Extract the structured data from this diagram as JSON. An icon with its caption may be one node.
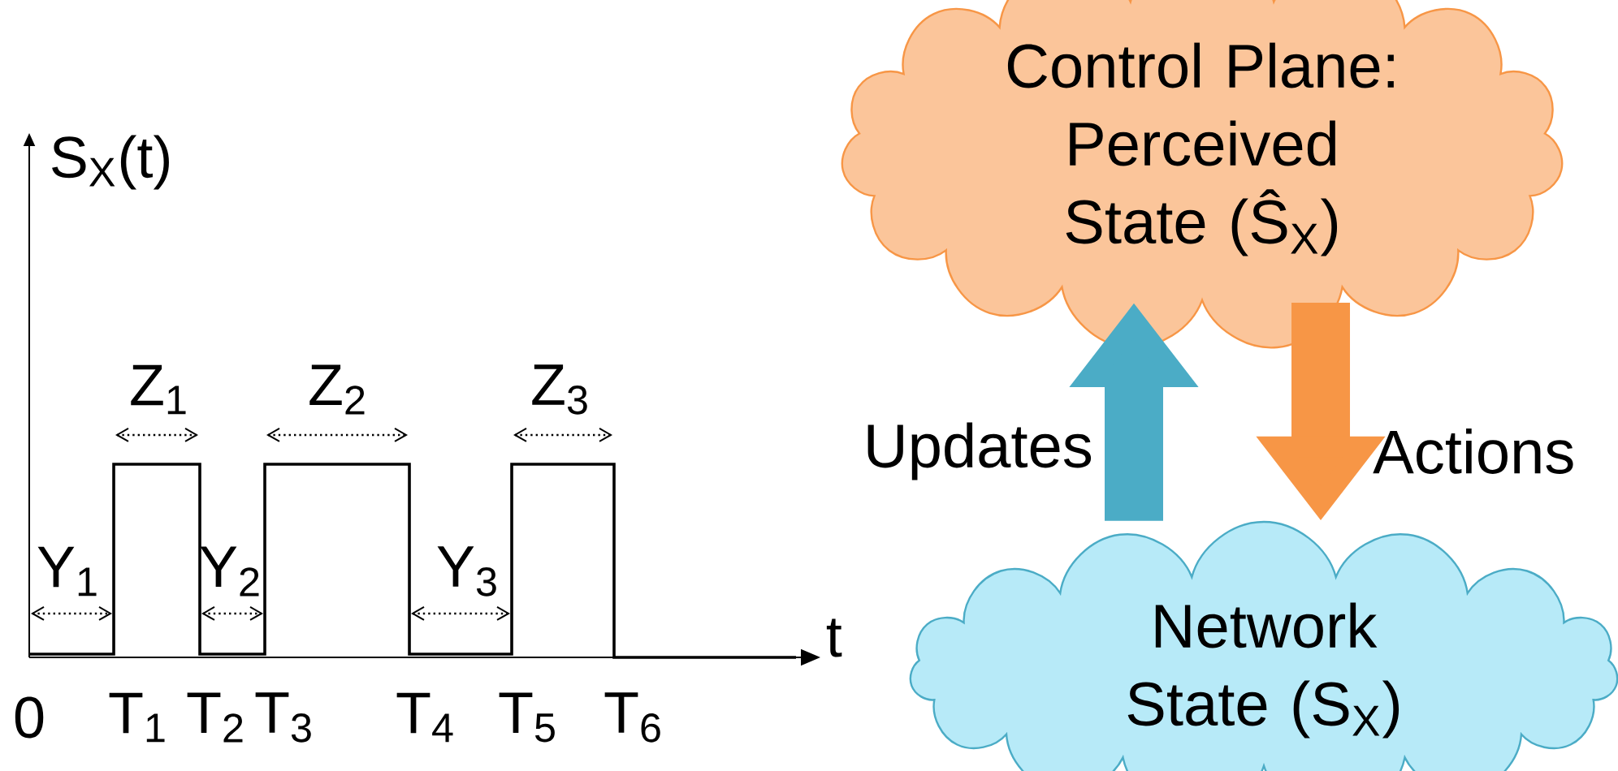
{
  "diagram": {
    "nodes": [
      {
        "text": [
          "Control Plane: Perceived State (Ŝ$_{X}$)"
        ]
      },
      {
        "text": [
          "Network State (S$_{X}$)"
        ]
      }
    ],
    "edges": [
      {
        "from": 1,
        "to": 0,
        "arrow": "to",
        "label": "Updates",
        "color": "#4bacc6"
      },
      {
        "from": 0,
        "to": 1,
        "arrow": "to",
        "label": "Actions",
        "color": "#f79646"
      }
    ],
    "labels": [
      "S$_{X}$(t)",
      "Z$_{1}$",
      "Z$_{2}$",
      "Z$_{3}$",
      "Y$_{1}$",
      "Y$_{2}$",
      "Y$_{3}$",
      "t",
      "0",
      "T$_{1}$",
      "T$_{2}$",
      "T$_{3}$",
      "T$_{4}$",
      "T$_{5}$",
      "T$_{6}$"
    ]
  }
}
